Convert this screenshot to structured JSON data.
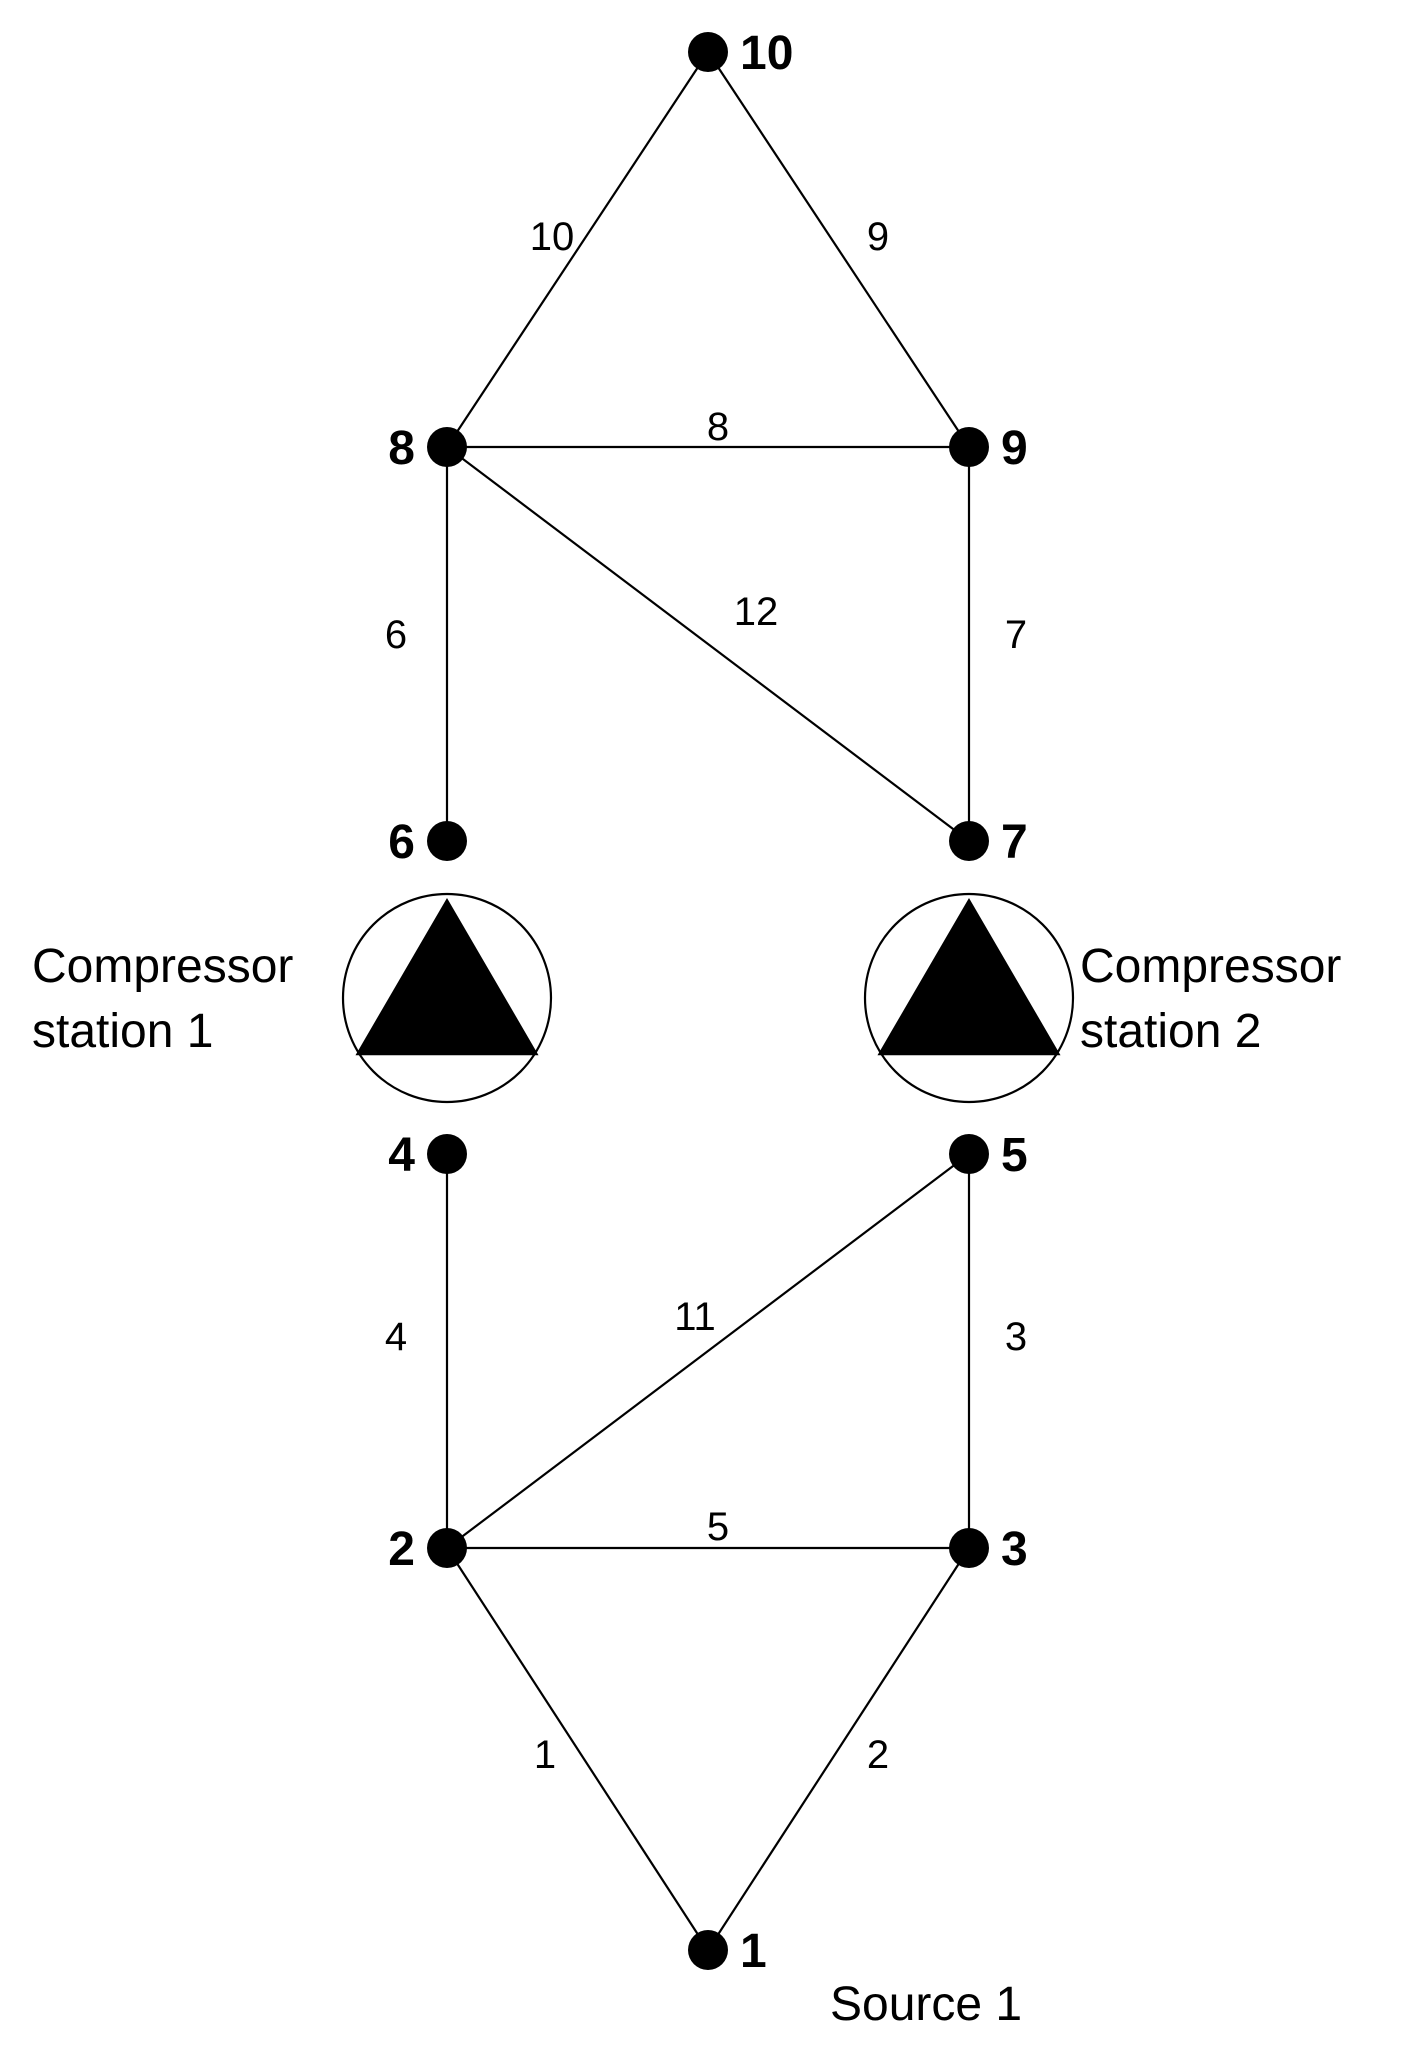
{
  "diagram": {
    "nodes": [
      {
        "id": "1",
        "label": "1"
      },
      {
        "id": "2",
        "label": "2"
      },
      {
        "id": "3",
        "label": "3"
      },
      {
        "id": "4",
        "label": "4"
      },
      {
        "id": "5",
        "label": "5"
      },
      {
        "id": "6",
        "label": "6"
      },
      {
        "id": "7",
        "label": "7"
      },
      {
        "id": "8",
        "label": "8"
      },
      {
        "id": "9",
        "label": "9"
      },
      {
        "id": "10",
        "label": "10"
      }
    ],
    "pipes": [
      {
        "label": "1",
        "from": "2",
        "to": "1"
      },
      {
        "label": "2",
        "from": "3",
        "to": "1"
      },
      {
        "label": "3",
        "from": "5",
        "to": "3"
      },
      {
        "label": "4",
        "from": "4",
        "to": "2"
      },
      {
        "label": "5",
        "from": "2",
        "to": "3"
      },
      {
        "label": "6",
        "from": "8",
        "to": "6"
      },
      {
        "label": "7",
        "from": "9",
        "to": "7"
      },
      {
        "label": "8",
        "from": "8",
        "to": "9"
      },
      {
        "label": "9",
        "from": "10",
        "to": "9"
      },
      {
        "label": "10",
        "from": "10",
        "to": "8"
      },
      {
        "label": "11",
        "from": "2",
        "to": "5"
      },
      {
        "label": "12",
        "from": "8",
        "to": "7"
      }
    ],
    "compressor_stations": [
      {
        "line1": "Compressor",
        "line2": "station 1",
        "from": "4",
        "to": "6"
      },
      {
        "line1": "Compressor",
        "line2": "station 2",
        "from": "5",
        "to": "7"
      }
    ],
    "source": {
      "label": "Source 1",
      "node": "1"
    }
  }
}
